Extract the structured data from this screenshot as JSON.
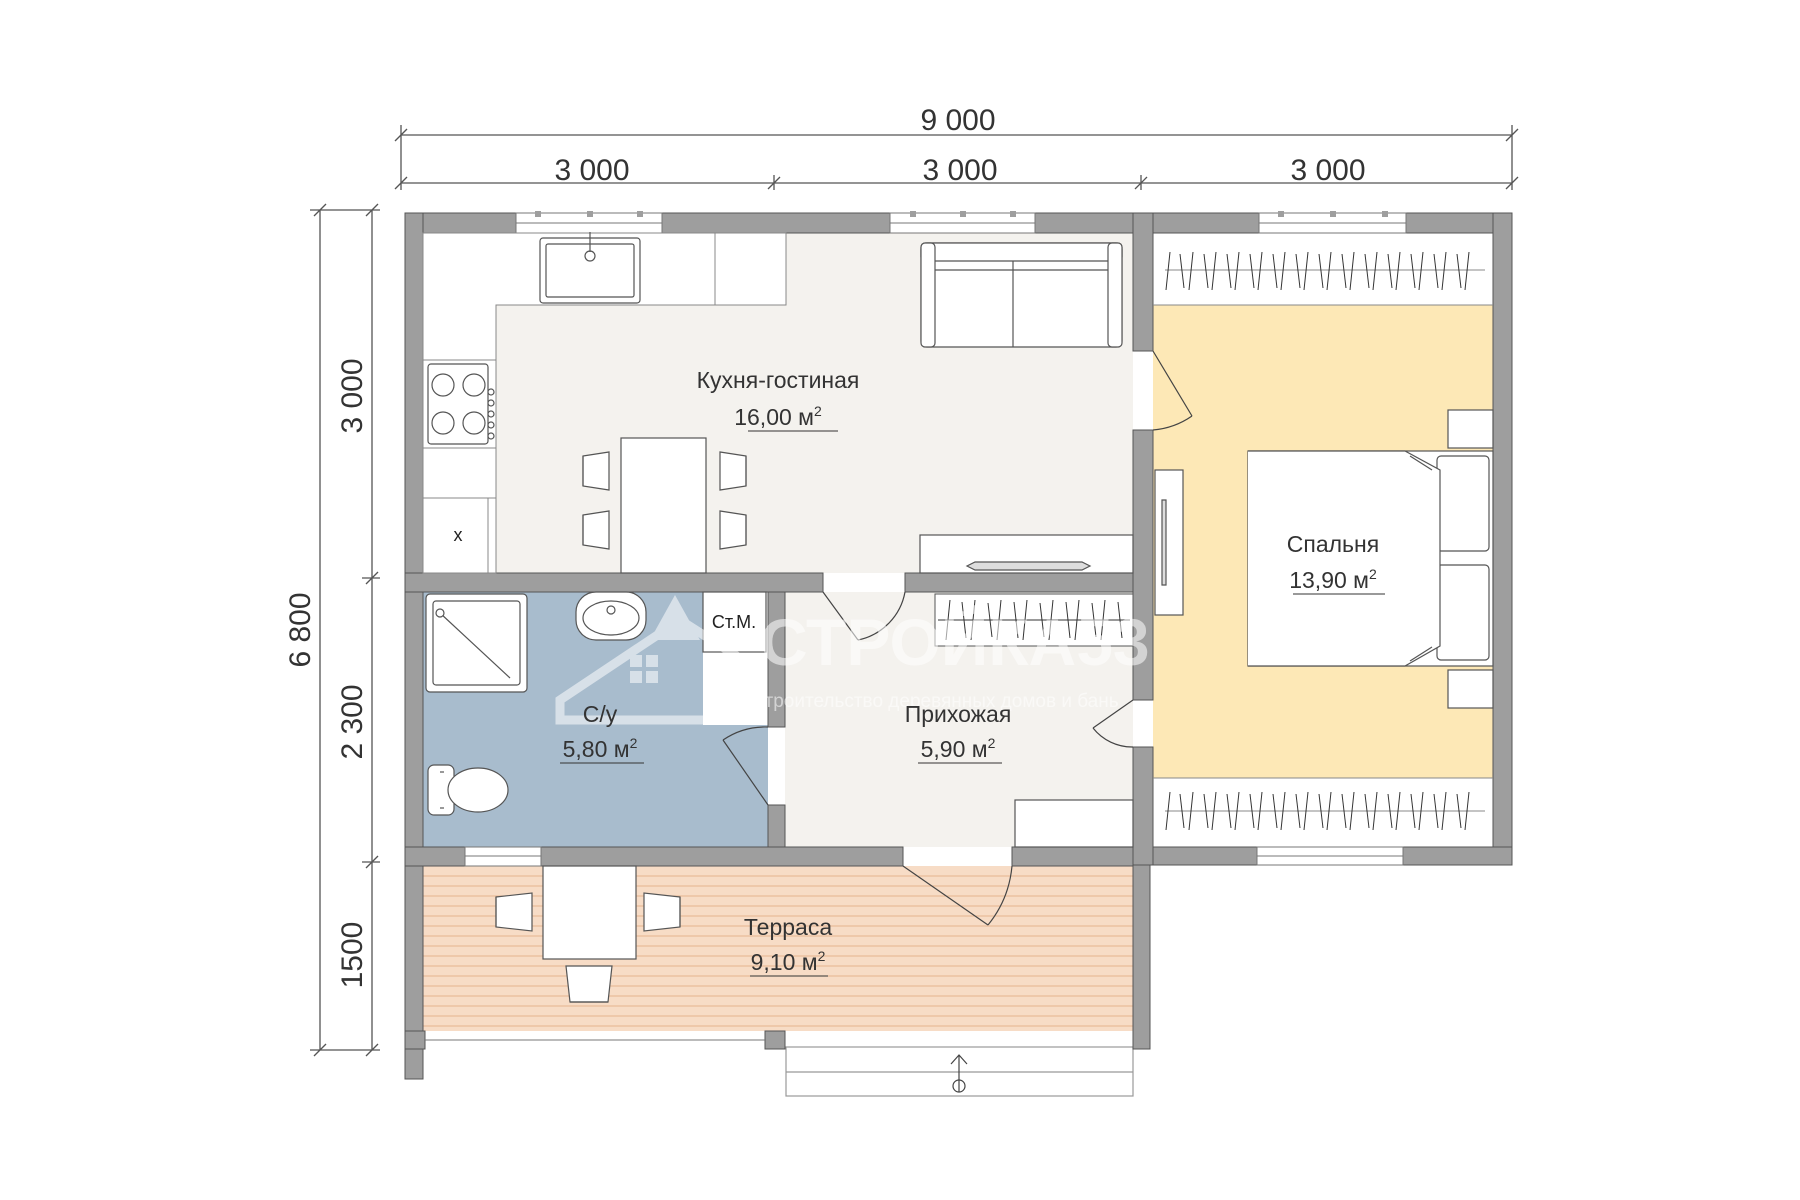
{
  "dimensions": {
    "total_width": "9 000",
    "segment_1": "3 000",
    "segment_2": "3 000",
    "segment_3": "3 000",
    "total_depth": "6 800",
    "depth_1": "3 000",
    "depth_2": "2 300",
    "depth_3": "1500"
  },
  "rooms": {
    "kitchen": {
      "name": "Кухня-гостиная",
      "area": "16,00 м",
      "sup": "2"
    },
    "bedroom": {
      "name": "Спальня",
      "area": "13,90 м",
      "sup": "2"
    },
    "bathroom": {
      "name": "С/у",
      "area": "5,80 м",
      "sup": "2"
    },
    "hall": {
      "name": "Прихожая",
      "area": "5,90 м",
      "sup": "2"
    },
    "terrace": {
      "name": "Терраса",
      "area": "9,10 м",
      "sup": "2"
    }
  },
  "labels": {
    "washing_machine": "Ст.М.",
    "cross_mark": "x"
  },
  "watermark": {
    "brand": "СТРОЙКА53",
    "tagline": "строительство деревянных домов и бань"
  },
  "colors": {
    "wall": "#9e9e9e",
    "kitchen_floor": "#f4f2ee",
    "bedroom_floor": "#fde8b6",
    "bathroom_floor": "#a8bccd",
    "terrace_floor": "#f7dcc6",
    "terrace_lines": "#e6b48f"
  }
}
